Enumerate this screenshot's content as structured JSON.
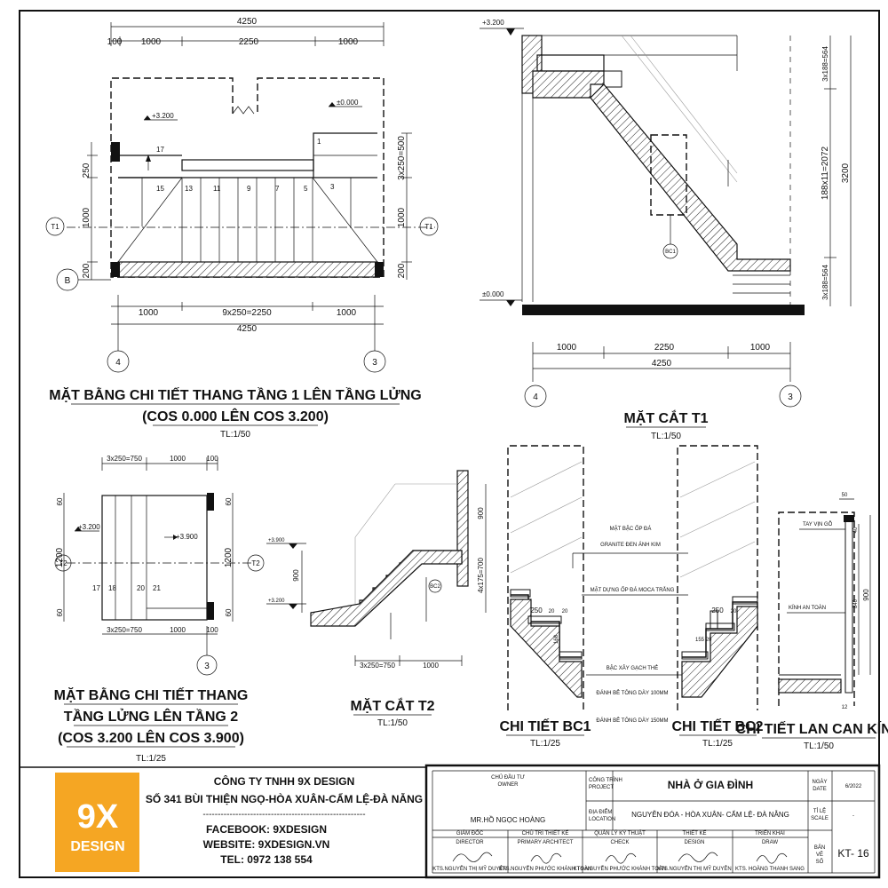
{
  "plan1": {
    "title1": "MẶT BẰNG CHI TIẾT THANG TẦNG 1 LÊN TẦNG LỬNG",
    "title2": "(COS 0.000 LÊN COS 3.200)",
    "scale": "TL:1/50",
    "top_total": "4250",
    "top_dims": [
      "100",
      "1000",
      "2250",
      "1000"
    ],
    "bottom_dims": [
      "1000",
      "9x250=2250",
      "1000"
    ],
    "bottom_total": "4250",
    "left_dims": [
      "250",
      "1000",
      "200"
    ],
    "right_dims": [
      "3x250=500",
      "1000",
      "200"
    ],
    "level_top": "+3.200",
    "level_right": "±0.000",
    "step_numbers": [
      "17",
      "15",
      "13",
      "11",
      "9",
      "7",
      "5",
      "3",
      "1"
    ],
    "axis_left": "T1",
    "axis_right": "T1",
    "grid_b": "B",
    "grid_4": "4",
    "grid_3": "3"
  },
  "section1": {
    "title": "MẶT CẮT T1",
    "scale": "TL:1/50",
    "level_top": "+3.200",
    "level_bottom": "±0.000",
    "bottom_dims": [
      "1000",
      "2250",
      "1000"
    ],
    "bottom_total": "4250",
    "right_dims": [
      "3x188=564",
      "188x11=2072",
      "3x188=564"
    ],
    "right_total": "3200",
    "detail_tag": "BC1",
    "grid_4": "4",
    "grid_3": "3"
  },
  "plan2": {
    "title1": "MẶT BẰNG CHI TIẾT THANG",
    "title2": "TẦNG LỬNG LÊN TẦNG 2",
    "title3": "(COS 3.200 LÊN COS 3.900)",
    "scale": "TL:1/25",
    "top_dims": [
      "3x250=750",
      "1000",
      "100"
    ],
    "bottom_dims": [
      "3x250=750",
      "1000",
      "100"
    ],
    "left_dims": [
      "60",
      "1200",
      "60"
    ],
    "right_dims": [
      "60",
      "1200",
      "60"
    ],
    "level_left": "+3.200",
    "level_right": "+3.900",
    "step_numbers": [
      "17",
      "18",
      "20",
      "21"
    ],
    "axis_left": "T2",
    "axis_right": "T2",
    "grid_3": "3"
  },
  "section2": {
    "title": "MẶT CẮT T2",
    "scale": "TL:1/50",
    "level_top": "+3.900",
    "level_bottom": "+3.200",
    "left_dim": "900",
    "right_dims": [
      "900",
      "4x175=700"
    ],
    "bottom_dims": [
      "3x250=750",
      "1000"
    ],
    "detail_tag": "BC2"
  },
  "bc1": {
    "title": "CHI TIẾT BC1",
    "scale": "TL:1/25",
    "dims": [
      "250",
      "20",
      "20",
      "168"
    ]
  },
  "bc2": {
    "title": "CHI TIẾT BC2",
    "scale": "TL:1/25",
    "dims": [
      "250",
      "20",
      "20",
      "155"
    ]
  },
  "notes": {
    "n1a": "MẶT BẬC ỐP ĐÁ",
    "n1b": "GRANITE ĐEN ÁNH KIM",
    "n2": "MẶT DỰNG ỐP ĐÁ MOCA TRẮNG",
    "n3": "BẬC XÂY GẠCH THẺ",
    "n4": "ĐÁNH BÊ TÔNG DÀY 100MM",
    "n5": "ĐÁNH BÊ TÔNG DÀY 150MM"
  },
  "railing": {
    "title": "CHI TIẾT LAN CAN KÍNH",
    "scale": "TL:1/50",
    "top_dim": "50",
    "label_handrail": "TAY VỊN GỖ",
    "label_glass": "KÍNH AN TOÀN",
    "dims": [
      "40",
      "840",
      "900",
      "12"
    ]
  },
  "company": {
    "logo_top": "9X",
    "logo_bottom": "DESIGN",
    "name": "CÔNG TY TNHH 9X DESIGN",
    "address": "SỐ 341 BÙI THIỆN NGỌ-HÒA XUÂN-CẨM LỆ-ĐÀ NẴNG",
    "separator": "-------------------------------------------------------",
    "facebook": "FACEBOOK: 9XDESIGN",
    "website": "WEBSITE: 9XDESIGN.VN",
    "tel": "TEL: 0972 138 554",
    "logo_color": "#f5a623"
  },
  "titleblock": {
    "owner_label1": "CHỦ ĐẦU TƯ",
    "owner_label2": "OWNER",
    "owner_value": "MR.HỒ NGỌC HOÀNG",
    "project_label1": "CÔNG TRÌNH",
    "project_label2": "PROJECT",
    "project_value": "NHÀ Ở GIA ĐÌNH",
    "location_label1": "ĐỊA ĐIỂM",
    "location_label2": "LOCATION",
    "location_value": "NGUYỄN ĐÓA - HÒA XUÂN- CẨM LỆ- ĐÀ NẴNG",
    "date_label1": "NGÀY",
    "date_label2": "DATE",
    "date_value": "6/2022",
    "scale_label1": "TỈ LỆ",
    "scale_label2": "SCALE",
    "scale_value": "-",
    "sheet_label1": "BẢN",
    "sheet_label2": "VẼ",
    "sheet_label3": "SỐ",
    "sheet_value": "KT- 16",
    "roles": [
      {
        "l1": "GIÁM ĐỐC",
        "l2": "DIRECTOR",
        "name": "KTS.NGUYỄN THỊ MỸ DUYÊN"
      },
      {
        "l1": "CHỦ TRÌ THIẾT KẾ",
        "l2": "PRIMARY ARCHITECT",
        "name": "KTS.NGUYỄN PHƯỚC KHÁNH TOÀN"
      },
      {
        "l1": "QUẢN LÝ KỸ THUẬT",
        "l2": "CHECK",
        "name": "KTS.NGUYỄN PHƯỚC KHÁNH TOÀN"
      },
      {
        "l1": "THIẾT KẾ",
        "l2": "DESIGN",
        "name": "KTS.NGUYỄN THỊ MỸ DUYÊN"
      },
      {
        "l1": "TRIỂN KHAI",
        "l2": "DRAW",
        "name": "KTS. HOÀNG THANH SANG"
      }
    ]
  }
}
